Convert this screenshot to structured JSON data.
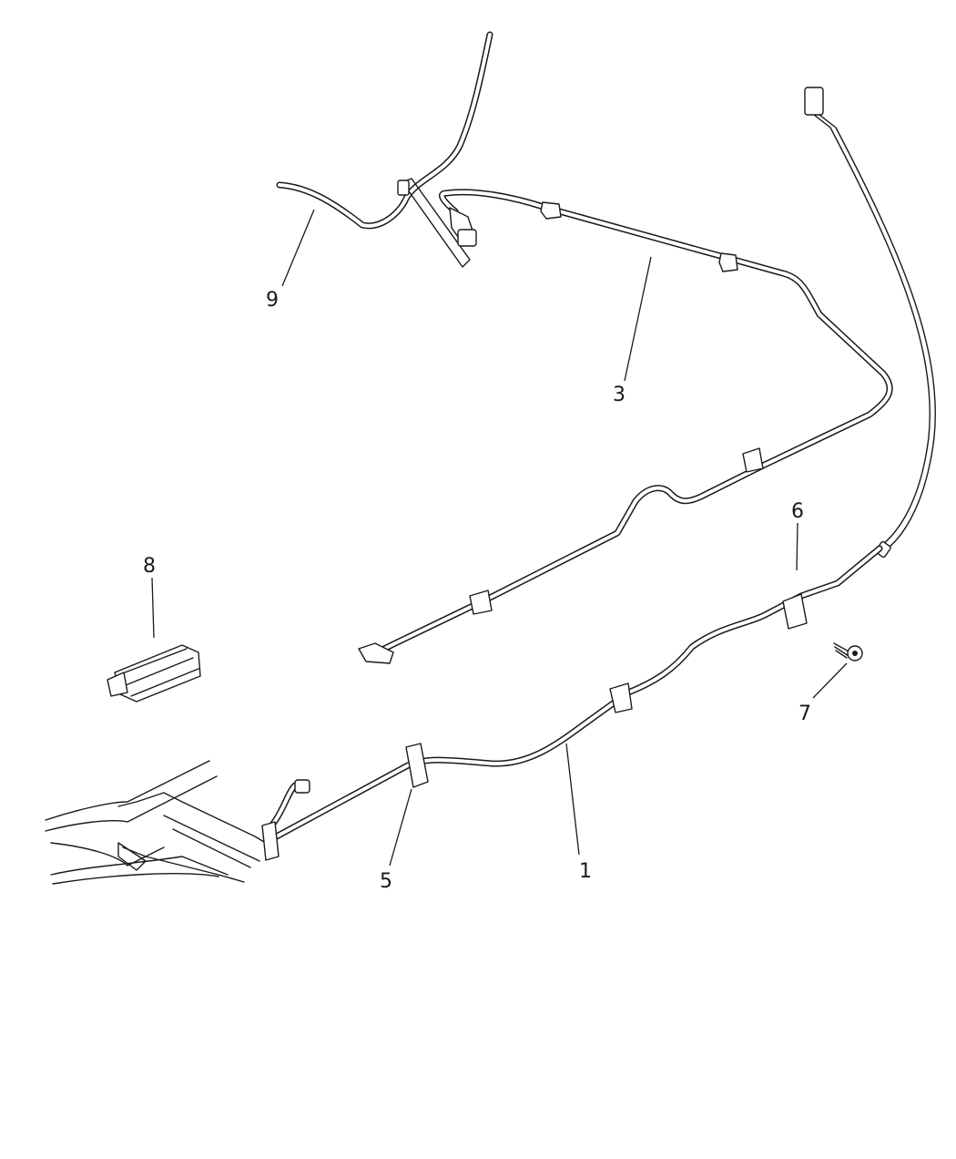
{
  "callouts": {
    "c1": "1",
    "c3": "3",
    "c5": "5",
    "c6": "6",
    "c7": "7",
    "c8": "8",
    "c9": "9"
  }
}
